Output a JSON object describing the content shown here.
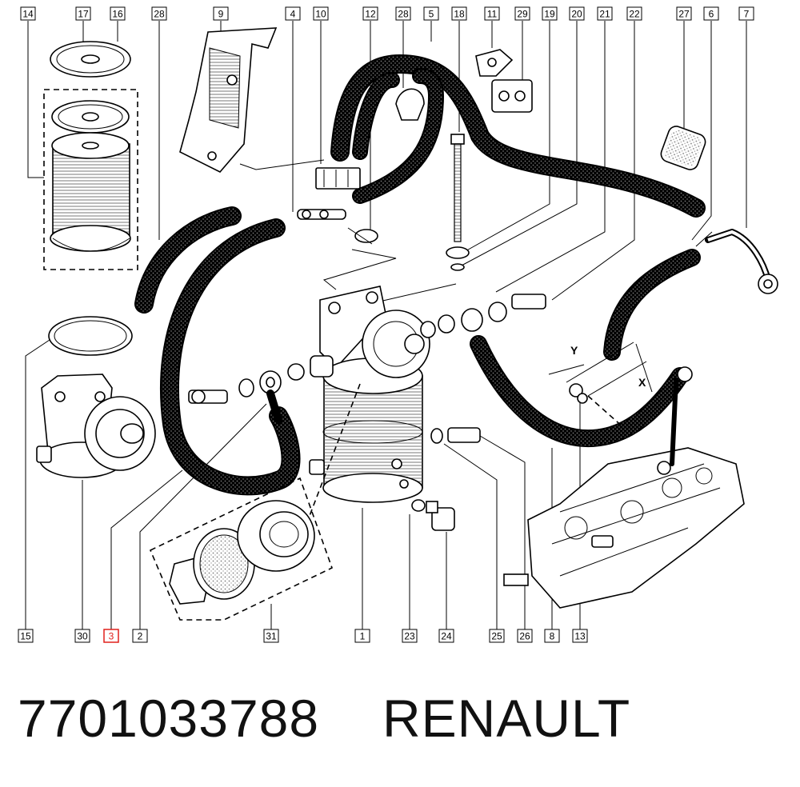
{
  "caption": {
    "part_number": "7701033788",
    "brand": "RENAULT"
  },
  "highlight_color": "#e0201c",
  "hose_dot_color": "#9a9a9a",
  "callouts_top": [
    "14",
    "17",
    "16",
    "28",
    "9",
    "4",
    "10",
    "12",
    "28",
    "5",
    "18",
    "11",
    "29",
    "19",
    "20",
    "21",
    "22",
    "27",
    "6",
    "7"
  ],
  "callouts_bottom": [
    "15",
    "30",
    "3",
    "2",
    "31",
    "1",
    "23",
    "24",
    "25",
    "26",
    "8",
    "13"
  ],
  "highlighted_callout": "3",
  "dimension_labels": {
    "x": "X",
    "y": "Y"
  }
}
